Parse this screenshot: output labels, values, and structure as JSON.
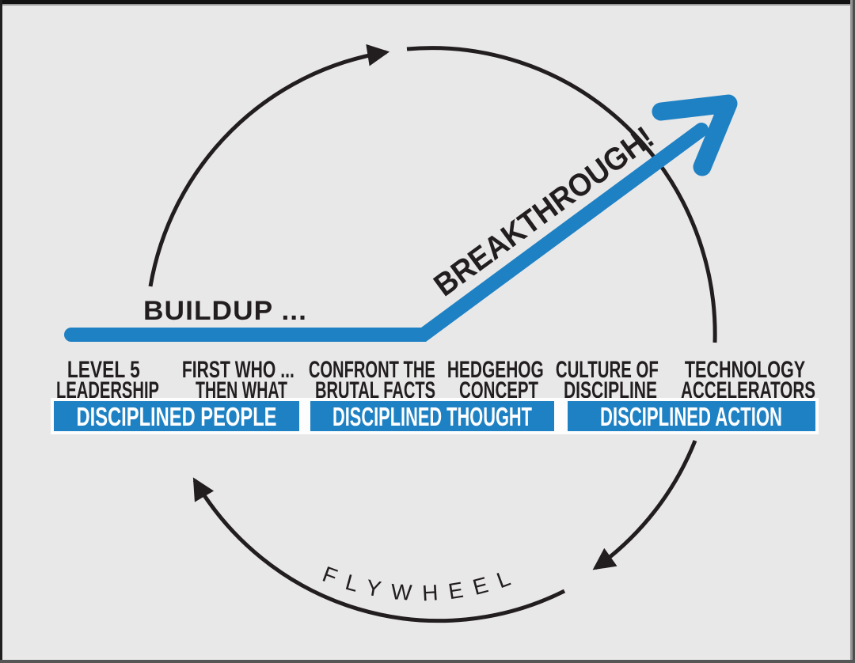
{
  "diagram": {
    "buildup_label": "BUILDUP ...",
    "breakthrough_label": "BREAKTHROUGH!",
    "flywheel_label": "FLYWHEEL",
    "stages": [
      {
        "line1": "LEVEL 5",
        "line2": "LEADERSHIP"
      },
      {
        "line1": "FIRST WHO ...",
        "line2": "THEN WHAT"
      },
      {
        "line1": "CONFRONT THE",
        "line2": "BRUTAL FACTS"
      },
      {
        "line1": "HEDGEHOG",
        "line2": "CONCEPT"
      },
      {
        "line1": "CULTURE OF",
        "line2": "DISCIPLINE"
      },
      {
        "line1": "TECHNOLOGY",
        "line2": "ACCELERATORS"
      }
    ],
    "bands": [
      {
        "label": "DISCIPLINED PEOPLE"
      },
      {
        "label": "DISCIPLINED THOUGHT"
      },
      {
        "label": "DISCIPLINED ACTION"
      }
    ],
    "colors": {
      "accent_blue": "#1e81c4",
      "ink": "#221e1f",
      "background": "#e9e8e8",
      "band_text": "#ffffff"
    }
  }
}
